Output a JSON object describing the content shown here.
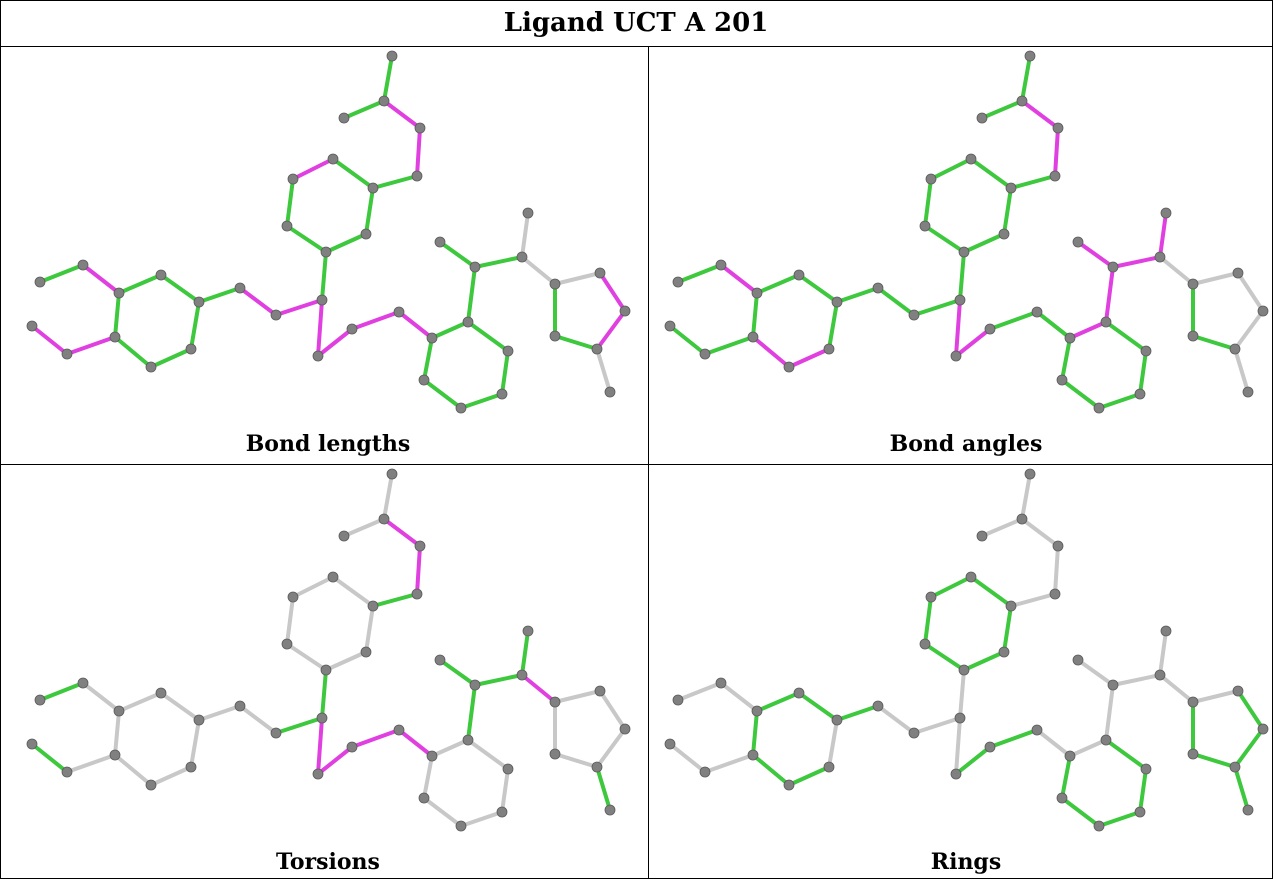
{
  "title": "Ligand UCT A 201",
  "colors": {
    "outlier": "#e040e0",
    "ok": "#3ec83e",
    "not_assessed": "#c8c8c8",
    "atom": "#808080"
  },
  "panels": [
    {
      "caption": "Bond lengths",
      "key": "bond_lengths"
    },
    {
      "caption": "Bond angles",
      "key": "bond_angles"
    },
    {
      "caption": "Torsions",
      "key": "torsions"
    },
    {
      "caption": "Rings",
      "key": "rings"
    }
  ]
}
